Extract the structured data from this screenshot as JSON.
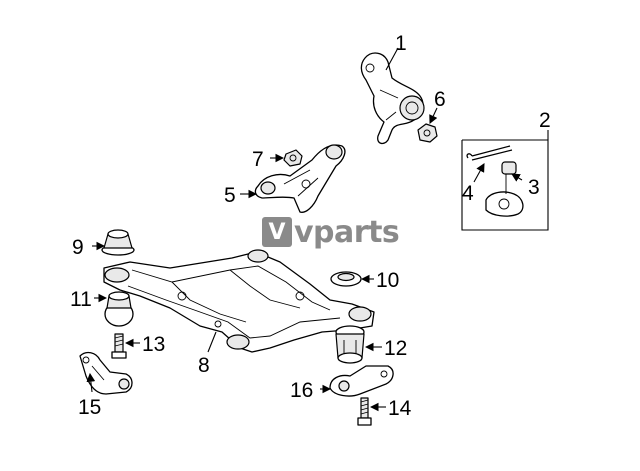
{
  "watermark": {
    "mark": "V",
    "text": "vparts"
  },
  "callouts": {
    "c1": "1",
    "c2": "2",
    "c3": "3",
    "c4": "4",
    "c5": "5",
    "c6": "6",
    "c7": "7",
    "c8": "8",
    "c9": "9",
    "c10": "10",
    "c11": "11",
    "c12": "12",
    "c13": "13",
    "c14": "14",
    "c15": "15",
    "c16": "16"
  }
}
